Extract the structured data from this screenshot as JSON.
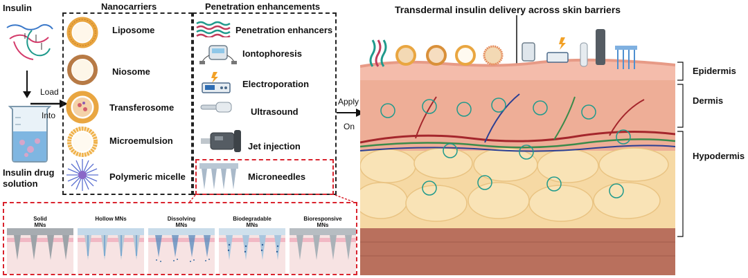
{
  "insulin": {
    "title": "Insulin",
    "load_label": "Load",
    "into_label": "Into",
    "solution_label_line1": "Insulin drug",
    "solution_label_line2": "solution"
  },
  "nanocarriers": {
    "title": "Nanocarriers",
    "items": [
      "Liposome",
      "Niosome",
      "Transferosome",
      "Microemulsion",
      "Polymeric micelle"
    ]
  },
  "enhancements": {
    "title": "Penetration enhancements",
    "items": [
      "Penetration enhancers",
      "Iontophoresis",
      "Electroporation",
      "Ultrasound",
      "Jet injection",
      "Microneedles"
    ]
  },
  "microneedle_types": [
    {
      "line1": "Solid",
      "line2": "MNs"
    },
    {
      "line1": "Hollow MNs",
      "line2": ""
    },
    {
      "line1": "Dissolving",
      "line2": "MNs"
    },
    {
      "line1": "Biodegradable",
      "line2": "MNs"
    },
    {
      "line1": "Bioresponsive",
      "line2": "MNs"
    }
  ],
  "apply": {
    "line1": "Apply",
    "line2": "On"
  },
  "skin": {
    "title": "Transdermal insulin delivery across skin barriers",
    "layers": [
      "Epidermis",
      "Dermis",
      "Hypodermis"
    ]
  },
  "colors": {
    "epidermis": "#f3b7a6",
    "dermis": "#eeae97",
    "hypodermis": "#f6d9a4",
    "muscle": "#b9705d",
    "dashed_red": "#d9232d",
    "vessel_red": "#a4262c",
    "vessel_green": "#3b8a4a",
    "vessel_blue": "#2b3f93"
  }
}
